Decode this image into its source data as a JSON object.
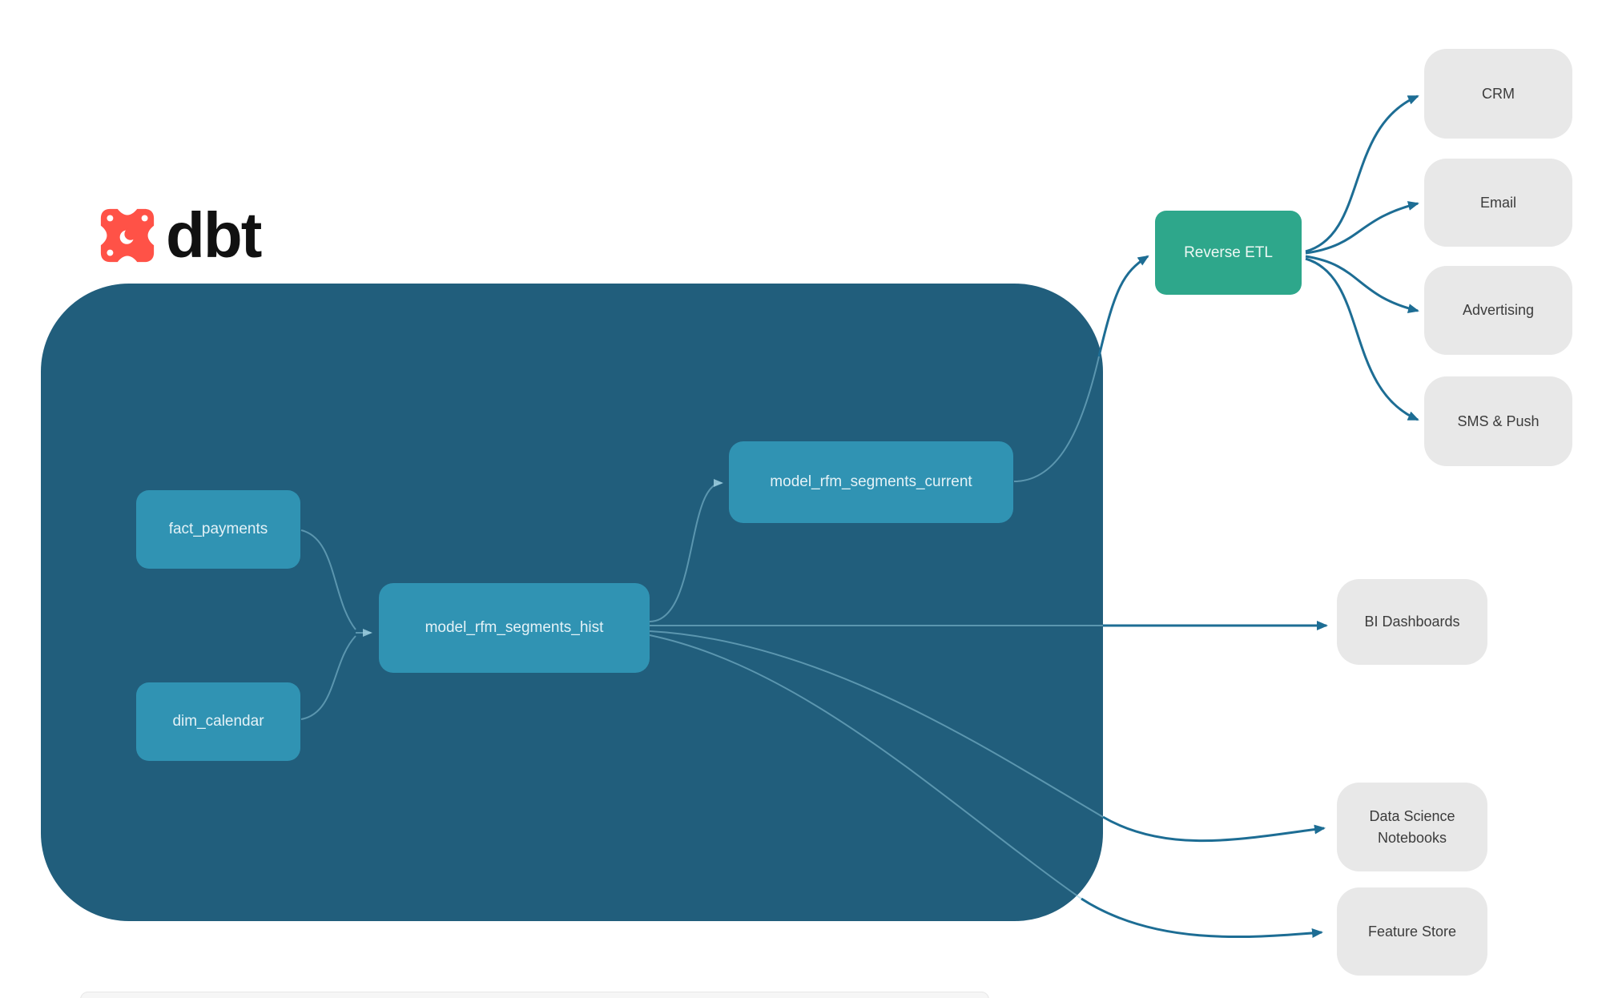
{
  "logo": {
    "text": "dbt",
    "icon": "dbt-star-icon",
    "icon_color": "#ff5247",
    "text_color": "#111111"
  },
  "container": {
    "name": "dbt transformation boundary",
    "color": "#215e7c"
  },
  "colors": {
    "inner_node": "#3093b3",
    "green_node": "#2ea78b",
    "gray_node": "#e8e8e8",
    "edge_external": "#1d6d94",
    "edge_internal": "rgba(150,205,225,0.5)"
  },
  "nodes": {
    "fact_payments": {
      "label": "fact_payments"
    },
    "dim_calendar": {
      "label": "dim_calendar"
    },
    "model_rfm_segments_hist": {
      "label": "model_rfm_segments_hist"
    },
    "model_rfm_segments_current": {
      "label": "model_rfm_segments_current"
    },
    "reverse_etl": {
      "label": "Reverse ETL"
    },
    "crm": {
      "label": "CRM"
    },
    "email": {
      "label": "Email"
    },
    "advertising": {
      "label": "Advertising"
    },
    "sms_push": {
      "label": "SMS & Push"
    },
    "bi_dashboards": {
      "label": "BI Dashboards"
    },
    "data_science_notebooks": {
      "label": "Data Science Notebooks"
    },
    "feature_store": {
      "label": "Feature Store"
    }
  },
  "edges": [
    {
      "from": "fact_payments",
      "to": "model_rfm_segments_hist"
    },
    {
      "from": "dim_calendar",
      "to": "model_rfm_segments_hist"
    },
    {
      "from": "model_rfm_segments_hist",
      "to": "model_rfm_segments_current"
    },
    {
      "from": "model_rfm_segments_current",
      "to": "reverse_etl"
    },
    {
      "from": "reverse_etl",
      "to": "crm"
    },
    {
      "from": "reverse_etl",
      "to": "email"
    },
    {
      "from": "reverse_etl",
      "to": "advertising"
    },
    {
      "from": "reverse_etl",
      "to": "sms_push"
    },
    {
      "from": "model_rfm_segments_hist",
      "to": "bi_dashboards"
    },
    {
      "from": "model_rfm_segments_hist",
      "to": "data_science_notebooks"
    },
    {
      "from": "model_rfm_segments_hist",
      "to": "feature_store"
    }
  ]
}
